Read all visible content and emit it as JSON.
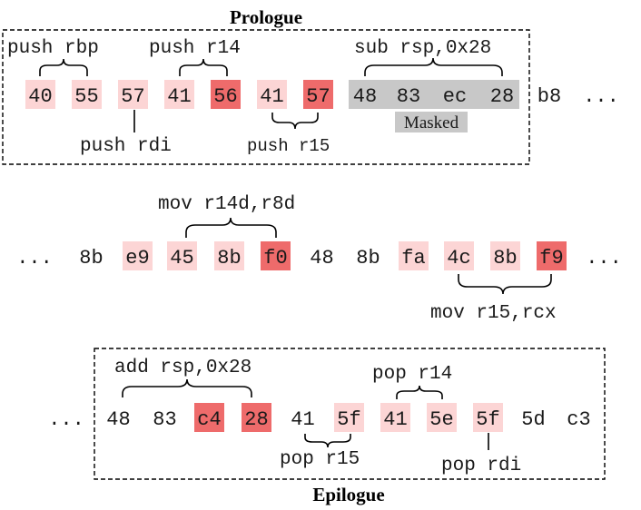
{
  "colors": {
    "light": "#fcd5d5",
    "medium": "#f4a3a3",
    "strong": "#ee6b6b",
    "masked": "#c8c8c8"
  },
  "prologue": {
    "title": "Prologue",
    "bytes": [
      {
        "text": "40",
        "shade": "light"
      },
      {
        "text": "55",
        "shade": "light"
      },
      {
        "text": "57",
        "shade": "light"
      },
      {
        "text": "41",
        "shade": "light"
      },
      {
        "text": "56",
        "shade": "strong"
      },
      {
        "text": "41",
        "shade": "light"
      },
      {
        "text": "57",
        "shade": "strong"
      },
      {
        "text": "48",
        "shade": "masked"
      },
      {
        "text": "83",
        "shade": "masked"
      },
      {
        "text": "ec",
        "shade": "masked"
      },
      {
        "text": "28",
        "shade": "masked"
      }
    ],
    "trail": [
      "b8",
      "..."
    ],
    "labels": {
      "push_rbp": "push rbp",
      "push_r14": "push r14",
      "sub_rsp": "sub rsp,0x28",
      "push_rdi": "push rdi",
      "push_r15": "push r15",
      "masked": "Masked"
    }
  },
  "middle": {
    "lead": "...",
    "bytes": [
      {
        "text": "8b",
        "shade": "none"
      },
      {
        "text": "e9",
        "shade": "light"
      },
      {
        "text": "45",
        "shade": "light"
      },
      {
        "text": "8b",
        "shade": "light"
      },
      {
        "text": "f0",
        "shade": "strong"
      },
      {
        "text": "48",
        "shade": "none"
      },
      {
        "text": "8b",
        "shade": "none"
      },
      {
        "text": "fa",
        "shade": "light"
      },
      {
        "text": "4c",
        "shade": "light"
      },
      {
        "text": "8b",
        "shade": "light"
      },
      {
        "text": "f9",
        "shade": "strong"
      }
    ],
    "trail": "...",
    "labels": {
      "mov_r14d": "mov r14d,r8d",
      "mov_r15": "mov r15,rcx"
    }
  },
  "epilogue": {
    "title": "Epilogue",
    "lead": "...",
    "bytes": [
      {
        "text": "48",
        "shade": "none"
      },
      {
        "text": "83",
        "shade": "none"
      },
      {
        "text": "c4",
        "shade": "strong"
      },
      {
        "text": "28",
        "shade": "strong"
      },
      {
        "text": "41",
        "shade": "none"
      },
      {
        "text": "5f",
        "shade": "light"
      },
      {
        "text": "41",
        "shade": "light"
      },
      {
        "text": "5e",
        "shade": "light"
      },
      {
        "text": "5f",
        "shade": "light"
      },
      {
        "text": "5d",
        "shade": "none"
      },
      {
        "text": "c3",
        "shade": "none"
      }
    ],
    "labels": {
      "add_rsp": "add rsp,0x28",
      "pop_r14": "pop r14",
      "pop_r15": "pop r15",
      "pop_rdi": "pop rdi"
    }
  }
}
